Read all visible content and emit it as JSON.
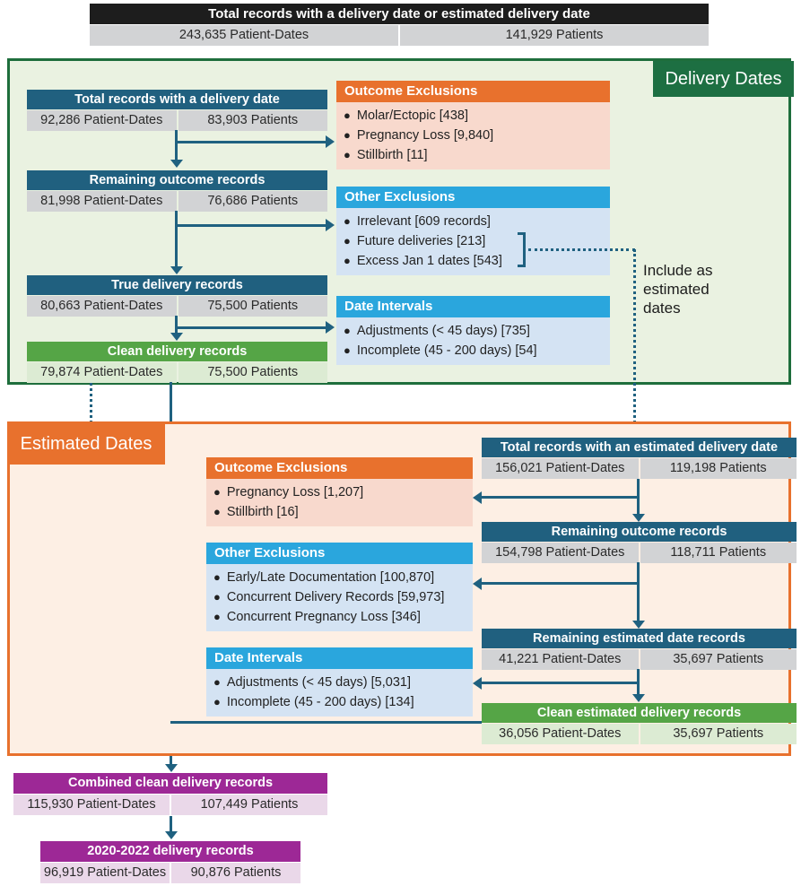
{
  "top_header": {
    "title": "Total records with a delivery date or estimated delivery date",
    "patient_dates": "243,635 Patient-Dates",
    "patients": "141,929 Patients"
  },
  "delivery_section": {
    "label": "Delivery Dates",
    "include_note": "Include as estimated dates",
    "chain": [
      {
        "title": "Total records with a delivery date",
        "patient_dates": "92,286 Patient-Dates",
        "patients": "83,903 Patients"
      },
      {
        "title": "Remaining outcome records",
        "patient_dates": "81,998 Patient-Dates",
        "patients": "76,686 Patients"
      },
      {
        "title": "True delivery records",
        "patient_dates": "80,663 Patient-Dates",
        "patients": "75,500 Patients"
      },
      {
        "title": "Clean delivery records",
        "patient_dates": "79,874 Patient-Dates",
        "patients": "75,500 Patients"
      }
    ],
    "exclusions": [
      {
        "title": "Outcome Exclusions",
        "items": [
          "Molar/Ectopic [438]",
          "Pregnancy Loss [9,840]",
          "Stillbirth [11]"
        ]
      },
      {
        "title": "Other Exclusions",
        "items": [
          "Irrelevant [609 records]",
          "Future deliveries [213]",
          "Excess Jan 1 dates [543]"
        ]
      },
      {
        "title": "Date Intervals",
        "items": [
          "Adjustments (< 45 days) [735]",
          "Incomplete (45 - 200 days) [54]"
        ]
      }
    ]
  },
  "estimated_section": {
    "label": "Estimated Dates",
    "chain": [
      {
        "title": "Total records with an estimated delivery date",
        "patient_dates": "156,021 Patient-Dates",
        "patients": "119,198 Patients"
      },
      {
        "title": "Remaining outcome records",
        "patient_dates": "154,798 Patient-Dates",
        "patients": "118,711 Patients"
      },
      {
        "title": "Remaining estimated date records",
        "patient_dates": "41,221 Patient-Dates",
        "patients": "35,697 Patients"
      },
      {
        "title": "Clean estimated delivery records",
        "patient_dates": "36,056 Patient-Dates",
        "patients": "35,697 Patients"
      }
    ],
    "exclusions": [
      {
        "title": "Outcome Exclusions",
        "items": [
          "Pregnancy Loss [1,207]",
          "Stillbirth [16]"
        ]
      },
      {
        "title": "Other Exclusions",
        "items": [
          "Early/Late Documentation [100,870]",
          "Concurrent Delivery Records [59,973]",
          "Concurrent Pregnancy Loss [346]"
        ]
      },
      {
        "title": "Date Intervals",
        "items": [
          "Adjustments (< 45 days) [5,031]",
          "Incomplete (45 - 200 days) [134]"
        ]
      }
    ]
  },
  "bottom": {
    "combined": {
      "title": "Combined clean delivery records",
      "patient_dates": "115,930 Patient-Dates",
      "patients": "107,449 Patients"
    },
    "final": {
      "title": "2020-2022 delivery records",
      "patient_dates": "96,919 Patient-Dates",
      "patients": "90,876 Patients"
    }
  },
  "colors": {
    "teal": "#20607f",
    "green_header": "#55a546",
    "green_frame": "#1e6e3c",
    "orange": "#e8712d",
    "blue": "#2aa6dd",
    "purple": "#9d2896",
    "gray_value": "#d2d3d5",
    "arrow": "#1f6180"
  }
}
